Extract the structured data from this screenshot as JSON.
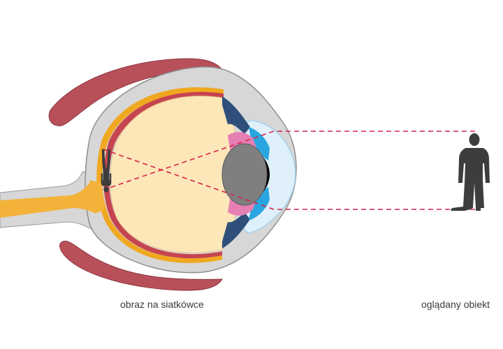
{
  "labels": {
    "retina_image": "obraz na siatkówce",
    "observed_object": "oglądany obiekt"
  },
  "colors": {
    "sclera": "#d7d7d7",
    "muscle": "#b8505a",
    "choroid": "#f0a820",
    "retina": "#c64450",
    "vitreous": "#fde6b8",
    "optic_nerve": "#f3b33a",
    "iris": "#e57fb4",
    "ciliary": "#2f4f7a",
    "lens": "#7f7f7f",
    "cornea": "#dff0fb",
    "aqueous": "#29a6e0",
    "pupil": "#000000",
    "rays": "#d6224a",
    "figure": "#3d3d3d"
  },
  "icons": {
    "retina_image": "inverted-person-silhouette",
    "object": "standing-person-silhouette"
  }
}
